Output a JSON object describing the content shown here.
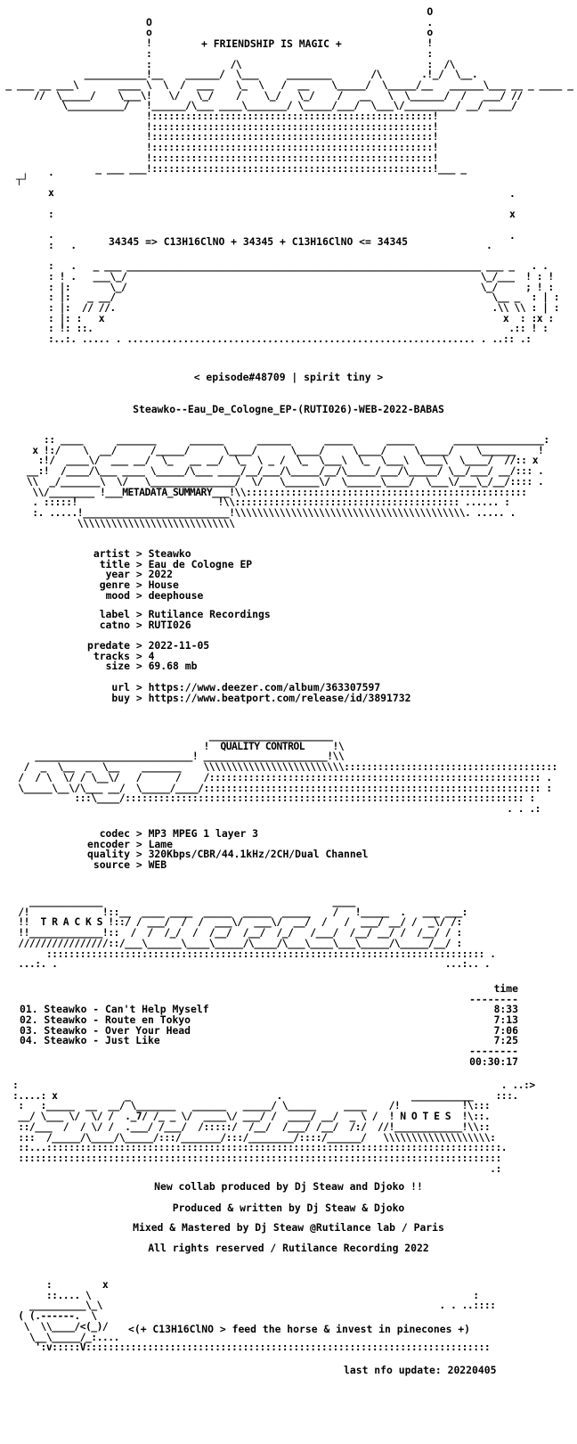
{
  "header": {
    "friendship": "+ FRIENDSHIP IS MAGIC +",
    "formula": "34345 => C13H16ClNO + 34345 + C13H16ClNO <= 34345",
    "episode": "< episode#48709 | spirit tiny >",
    "release": "Steawko--Eau_De_Cologne_EP-(RUTI026)-WEB-2022-BABAS"
  },
  "sections": {
    "metadata": "METADATA SUMMARY",
    "quality": "QUALITY CONTROL",
    "tracks": "T R A C K S",
    "notes": "N O T E S"
  },
  "metadata": {
    "artist": {
      "k": "artist",
      "v": "Steawko"
    },
    "title": {
      "k": "title",
      "v": "Eau de Cologne EP"
    },
    "year": {
      "k": "year",
      "v": "2022"
    },
    "genre": {
      "k": "genre",
      "v": "House"
    },
    "mood": {
      "k": "mood",
      "v": "deephouse"
    },
    "label": {
      "k": "label",
      "v": "Rutilance Recordings"
    },
    "catno": {
      "k": "catno",
      "v": "RUTI026"
    },
    "predate": {
      "k": "predate",
      "v": "2022-11-05"
    },
    "tracks": {
      "k": "tracks",
      "v": "4"
    },
    "size": {
      "k": "size",
      "v": "69.68 mb"
    },
    "url": {
      "k": "url",
      "v": "https://www.deezer.com/album/363307597"
    },
    "buy": {
      "k": "buy",
      "v": "https://www.beatport.com/release/id/3891732"
    }
  },
  "quality": {
    "codec": {
      "k": "codec",
      "v": "MP3 MPEG 1 layer 3"
    },
    "encoder": {
      "k": "encoder",
      "v": "Lame"
    },
    "quality": {
      "k": "quality",
      "v": "320Kbps/CBR/44.1kHz/2CH/Dual Channel"
    },
    "source": {
      "k": "source",
      "v": "WEB"
    }
  },
  "tracklist": {
    "time_header": "time",
    "rule": "--------",
    "items": [
      {
        "name": "01. Steawko - Can't Help Myself",
        "time": "8:33"
      },
      {
        "name": "02. Steawko - Route en Tokyo",
        "time": "7:13"
      },
      {
        "name": "03. Steawko - Over Your Head",
        "time": "7:06"
      },
      {
        "name": "04. Steawko - Just Like",
        "time": "7:25"
      }
    ],
    "total": "00:30:17"
  },
  "notes": [
    "New collab produced by Dj Steaw and Djoko !!",
    "Produced & written by Dj Steaw & Djoko",
    "Mixed & Mastered by Dj Steaw @Rutilance lab / Paris",
    "All rights reserved / Rutilance Recording 2022"
  ],
  "footer": {
    "tagline": "<(+ C13H16ClNO > feed the horse & invest in pinecones +)",
    "update": "last nfo update: 20220405"
  }
}
